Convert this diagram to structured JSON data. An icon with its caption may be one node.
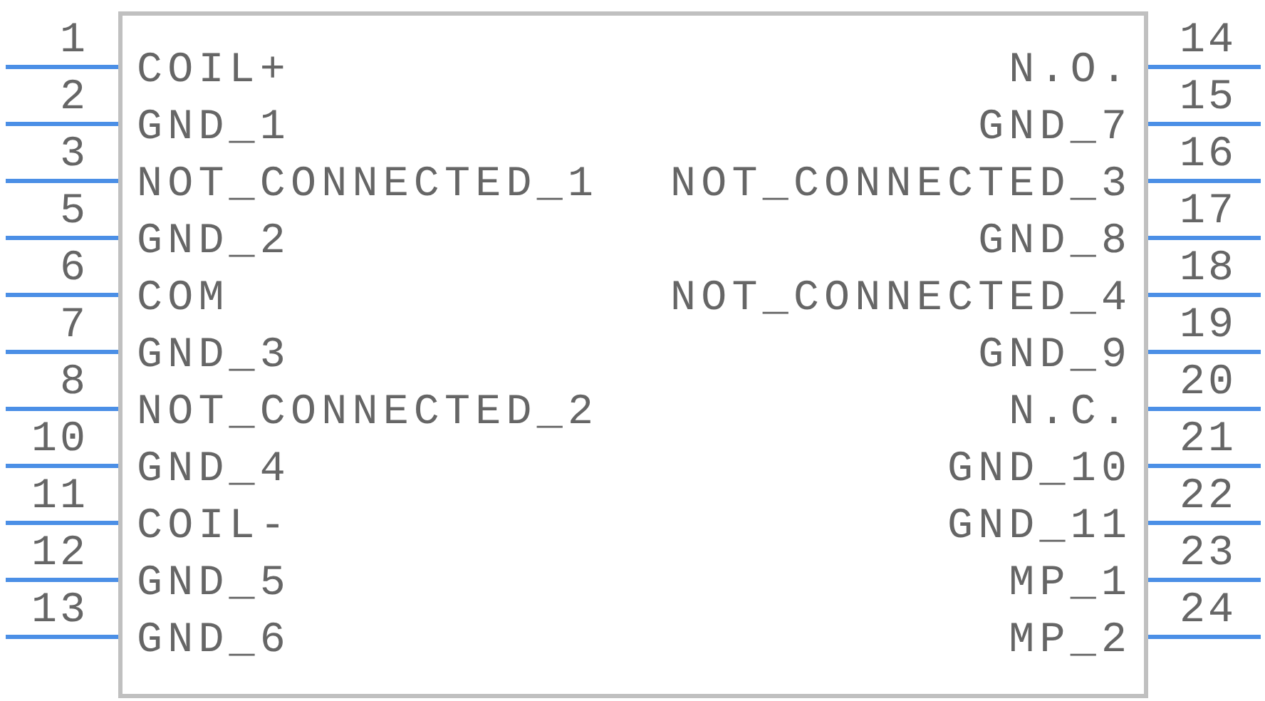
{
  "diagram": {
    "nodes": [
      {
        "text": [
          "COIL+",
          "GND_1",
          "NOT_CONNECTED_1",
          "GND_2",
          "COM",
          "GND_3",
          "NOT_CONNECTED_2",
          "GND_4",
          "COIL-",
          "GND_5",
          "GND_6",
          "N.O.",
          "GND_7",
          "NOT_CONNECTED_3",
          "GND_8",
          "NOT_CONNECTED_4",
          "GND_9",
          "N.C.",
          "GND_10",
          "GND_11",
          "MP_1",
          "MP_2"
        ]
      }
    ],
    "labels": [
      "1",
      "2",
      "3",
      "5",
      "6",
      "7",
      "8",
      "10",
      "11",
      "12",
      "13",
      "14",
      "15",
      "16",
      "17",
      "18",
      "19",
      "20",
      "21",
      "22",
      "23",
      "24"
    ]
  }
}
